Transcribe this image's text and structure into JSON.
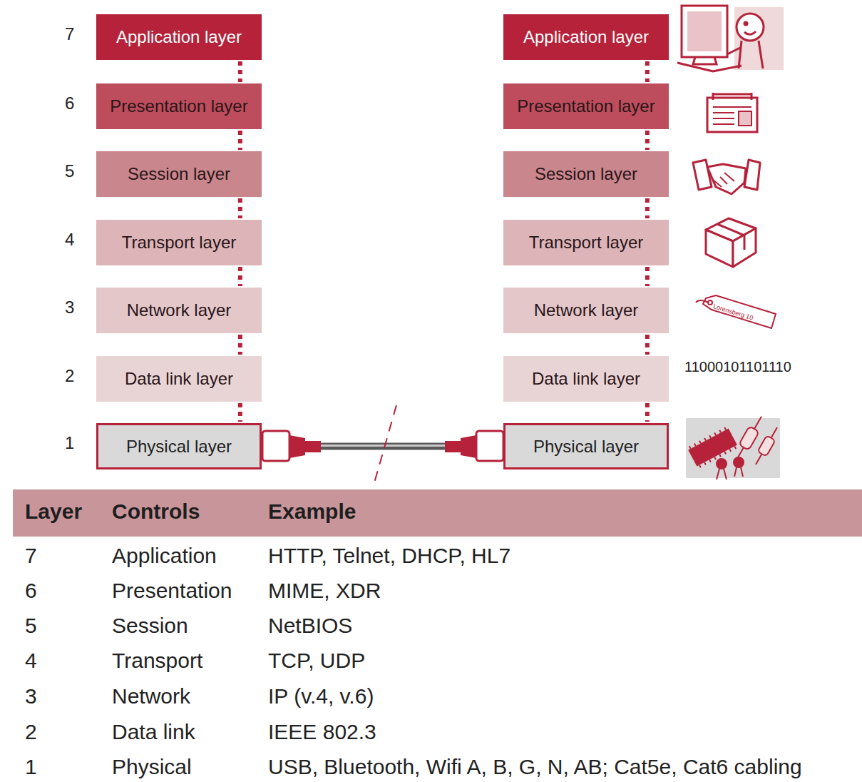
{
  "diagram": {
    "nodes": [
      {
        "text": [
          "Application layer"
        ]
      },
      {
        "text": [
          "Presentation layer"
        ]
      },
      {
        "text": [
          "Session layer"
        ]
      },
      {
        "text": [
          "Transport layer"
        ]
      },
      {
        "text": [
          "Network layer"
        ]
      },
      {
        "text": [
          "Data link layer"
        ]
      },
      {
        "text": [
          "Physical layer"
        ]
      },
      {
        "text": [
          "Application layer"
        ]
      },
      {
        "text": [
          "Presentation layer"
        ]
      },
      {
        "text": [
          "Session layer"
        ]
      },
      {
        "text": [
          "Transport layer"
        ]
      },
      {
        "text": [
          "Network layer"
        ]
      },
      {
        "text": [
          "Data link layer"
        ]
      },
      {
        "text": [
          "Physical layer"
        ]
      },
      {
        "text": [
          "Layer",
          "Controls",
          "Example"
        ]
      }
    ],
    "edges": [
      {
        "from": 0,
        "to": 1,
        "arrow": "none"
      },
      {
        "from": 1,
        "to": 2,
        "arrow": "none"
      },
      {
        "from": 2,
        "to": 3,
        "arrow": "none"
      },
      {
        "from": 3,
        "to": 4,
        "arrow": "none"
      },
      {
        "from": 4,
        "to": 5,
        "arrow": "none"
      },
      {
        "from": 5,
        "to": 6,
        "arrow": "none"
      },
      {
        "from": 7,
        "to": 8,
        "arrow": "none"
      },
      {
        "from": 8,
        "to": 9,
        "arrow": "none"
      },
      {
        "from": 9,
        "to": 10,
        "arrow": "none"
      },
      {
        "from": 10,
        "to": 11,
        "arrow": "none"
      },
      {
        "from": 11,
        "to": 12,
        "arrow": "none"
      },
      {
        "from": 12,
        "to": 13,
        "arrow": "none"
      },
      {
        "from": 6,
        "to": 13,
        "arrow": "none"
      }
    ],
    "labels": [
      "7",
      "6",
      "5",
      "4",
      "3",
      "2",
      "1",
      "Lorensberg 10",
      "11000101101110",
      "7",
      "Application",
      "HTTP, Telnet, DHCP, HL7",
      "6",
      "Presentation",
      "MIME, XDR",
      "5",
      "Session",
      "NetBIOS",
      "4",
      "Transport",
      "TCP, UDP",
      "3",
      "Network",
      "IP (v.4, v.6)",
      "2",
      "Data link",
      "IEEE 802.3",
      "1",
      "Physical",
      "USB, Bluetooth, Wifi A, B, G, N, AB; Cat5e, Cat6 cabling"
    ]
  }
}
